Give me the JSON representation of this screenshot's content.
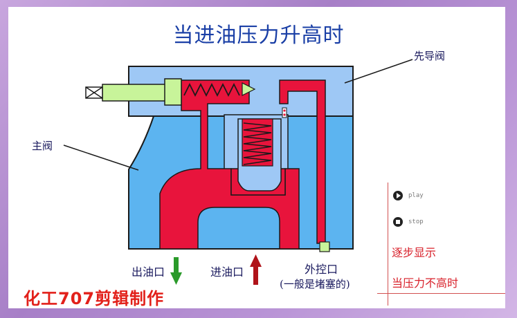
{
  "title": "当进油压力升高时",
  "labels": {
    "pilot_valve": "先导阀",
    "main_valve": "主阀",
    "outlet": "出油口",
    "inlet": "进油口",
    "external_control": "外控口",
    "external_control_note": "(一般是堵塞的)"
  },
  "controls": {
    "play": "play",
    "stop": "stop",
    "step_display": "逐步显示",
    "scene_link": "当压力不高时"
  },
  "watermark": "化工707剪辑制作",
  "colors": {
    "body_blue": "#9ec8f5",
    "fluid_red": "#e8143c",
    "plunger_green": "#c8f49a",
    "arrow_green": "#2a9a2a",
    "arrow_red": "#b0131a"
  }
}
